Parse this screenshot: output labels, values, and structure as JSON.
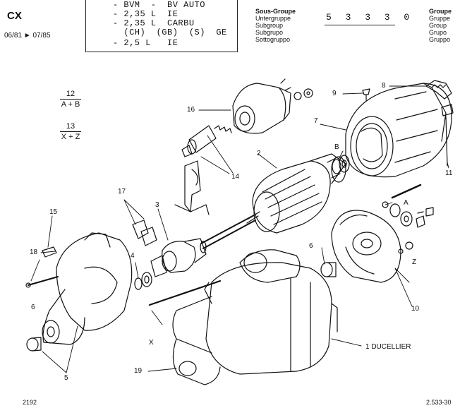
{
  "header": {
    "model": "CX",
    "dates": "06/81 ► 07/85",
    "variants": [
      "- BVM  -  BV AUTO",
      "- 2,35 L  IE",
      "- 2,35 L  CARBU",
      "  (CH)  (GB)  (S)  GE",
      "- 2,5 L   IE"
    ],
    "subgroup_labels": [
      "Sous-Groupe",
      "Untergruppe",
      "Subgroup",
      "Subgrupo",
      "Sottogruppo"
    ],
    "group_code": "5 3 3   3 0",
    "group_labels": [
      "Groupe",
      "Gruppe",
      "Group",
      "Grupo",
      "Gruppo"
    ]
  },
  "fractions": [
    {
      "top": "12",
      "bottom": "A + B"
    },
    {
      "top": "13",
      "bottom": "X + Z"
    }
  ],
  "callouts": {
    "n1": "1 DUCELLIER",
    "n2": "2",
    "n3": "3",
    "n4": "4",
    "n5": "5",
    "n6a": "6",
    "n6b": "6",
    "n7": "7",
    "n8": "8",
    "n9": "9",
    "n10": "10",
    "n11": "11",
    "n14": "14",
    "n15": "15",
    "n16": "16",
    "n17": "17",
    "n18": "18",
    "n19": "19",
    "A": "A",
    "B": "B",
    "X": "X",
    "Z": "Z"
  },
  "footer": {
    "left": "2192",
    "right": "2.533-30"
  }
}
